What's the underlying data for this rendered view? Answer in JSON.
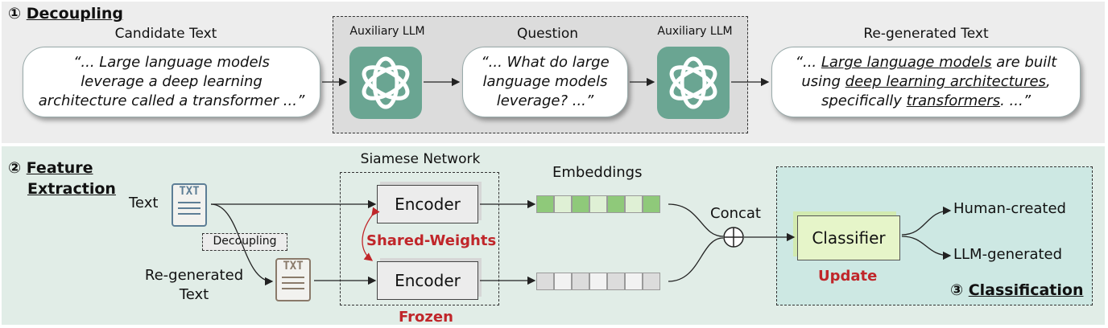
{
  "section1": {
    "num": "①",
    "title": "Decoupling"
  },
  "section2": {
    "num": "②",
    "title_line1": "Feature",
    "title_line2": "Extraction"
  },
  "section3": {
    "num": "③",
    "title": "Classification"
  },
  "candidate": {
    "header": "Candidate Text",
    "lines": [
      "“... Large language models",
      "leverage a deep learning",
      "architecture called a transformer ...”"
    ]
  },
  "aux_llm_label": "Auxiliary LLM",
  "question": {
    "header": "Question",
    "lines": [
      "“... What do large",
      "language models",
      "leverage? ...”"
    ]
  },
  "regenerated": {
    "header": "Re-generated Text",
    "line1": {
      "pre": "“... ",
      "u1": "Large language models",
      "post": " are built"
    },
    "line2": {
      "pre": "using ",
      "u1": "deep learning architectures",
      "post": ","
    },
    "line3": {
      "pre": "specifically ",
      "u1": "transformers",
      "post": ". ...”"
    }
  },
  "siamese": {
    "label": "Siamese Network",
    "encoder": "Encoder",
    "shared": "Shared-Weights",
    "frozen": "Frozen"
  },
  "embeddings_label": "Embeddings",
  "text_label": "Text",
  "decoupling_tag": "Decoupling",
  "regen_label_line1": "Re-generated",
  "regen_label_line2": "Text",
  "txt_icon": "TXT",
  "concat_label": "Concat",
  "classifier": {
    "label": "Classifier",
    "update": "Update"
  },
  "outputs": {
    "human": "Human-created",
    "llm": "LLM-generated"
  },
  "colors": {
    "llm_icon": "#6aa592",
    "emb_green": "#8fc97a",
    "emb_light_green": "#dff0d5",
    "red": "#c0262a"
  }
}
